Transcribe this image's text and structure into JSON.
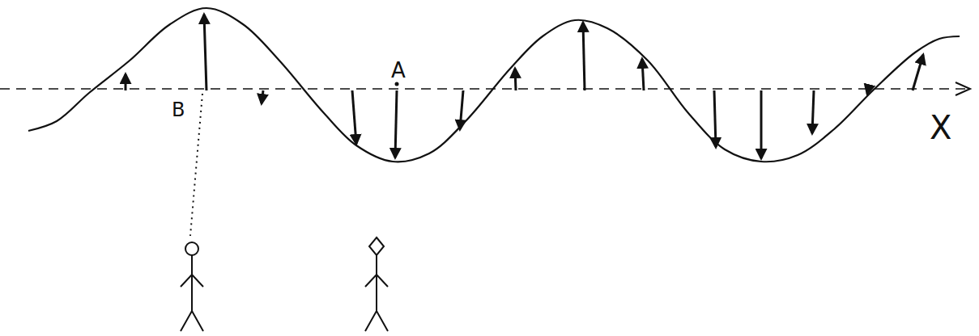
{
  "diagram": {
    "labels": [
      "A",
      "B",
      "X"
    ]
  }
}
